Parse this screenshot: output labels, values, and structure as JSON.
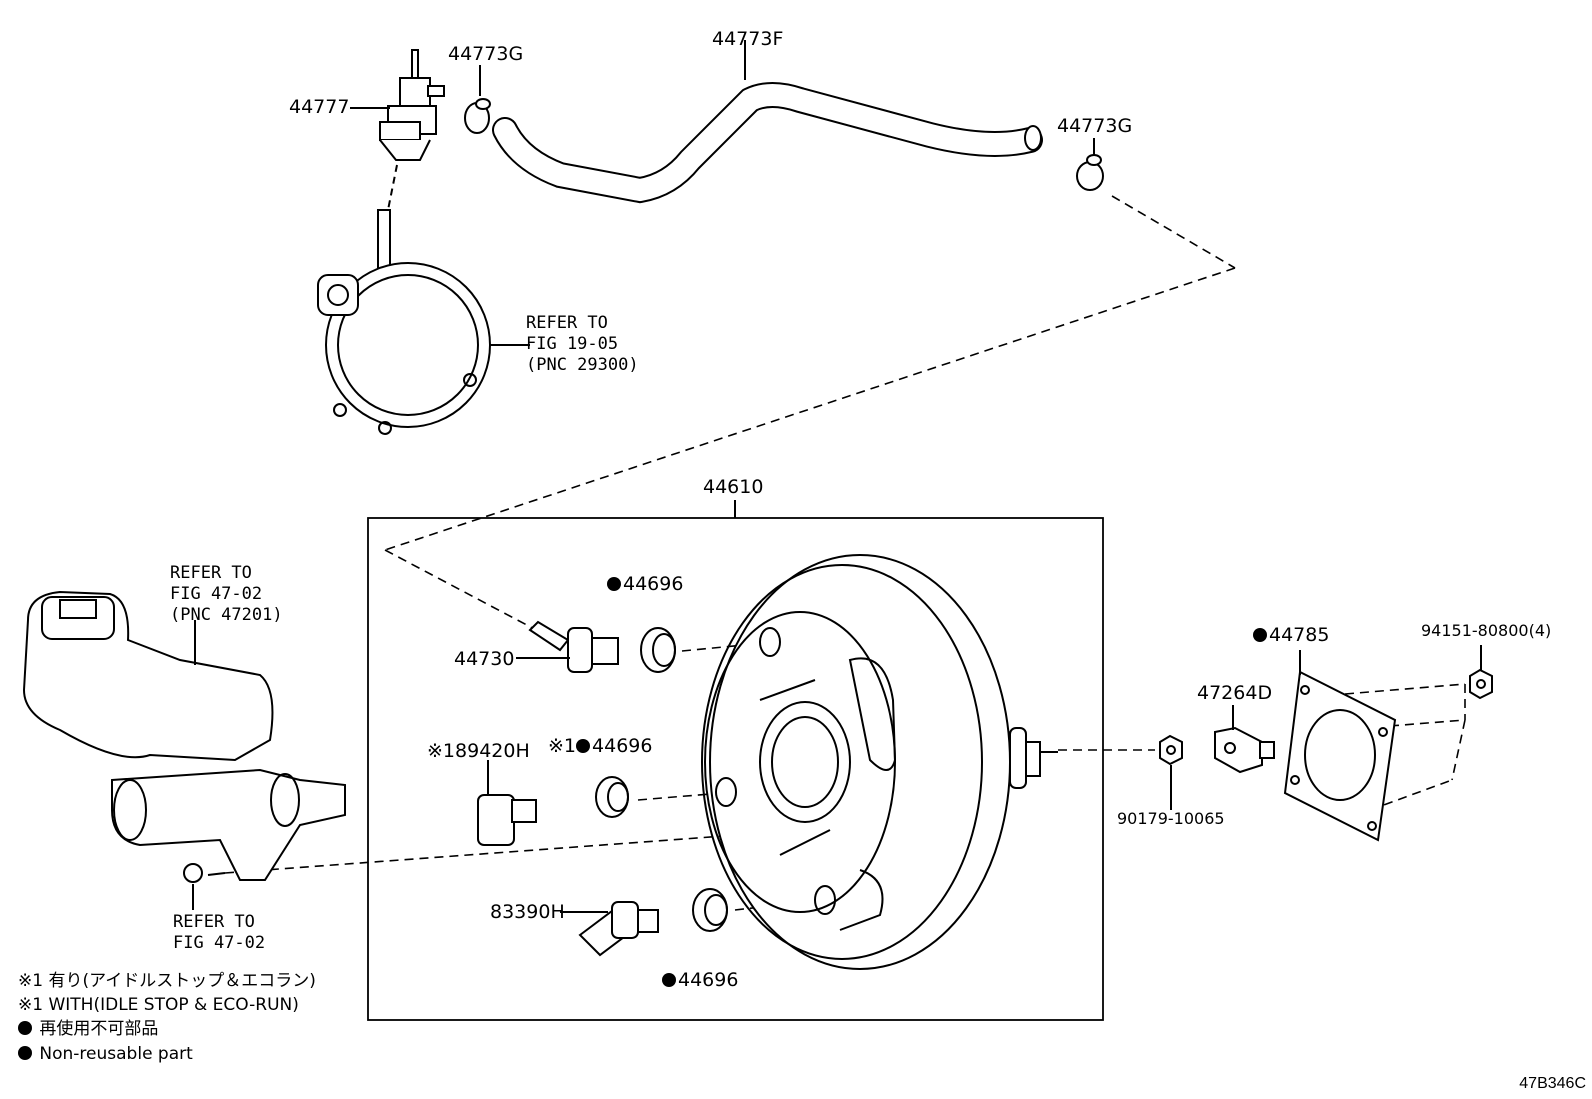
{
  "parts": {
    "p44773F": "44773F",
    "p44773G_left": "44773G",
    "p44773G_right": "44773G",
    "p44777": "44777",
    "p44610": "44610",
    "p44696_top": "44696",
    "p44696_mid": "44696",
    "p44696_bot": "44696",
    "p44730": "44730",
    "p89420H": "89420H",
    "p83390H": "83390H",
    "p44785": "44785",
    "p47264D": "47264D",
    "p94151": "94151-80800(4)",
    "p90179": "90179-10065",
    "mark_with": "※1"
  },
  "refs": {
    "vacuum_pump": [
      "REFER TO",
      "FIG 19-05",
      "(PNC 29300)"
    ],
    "reservoir": [
      "REFER TO",
      "FIG 47-02",
      "(PNC 47201)"
    ],
    "master_cyl": [
      "REFER TO",
      "FIG 47-02"
    ]
  },
  "legend": {
    "line1": "※1 有り(アイドルストップ＆エコラン)",
    "line2": "※1 WITH(IDLE STOP & ECO-RUN)",
    "line3": "再使用不可部品",
    "line4": "Non-reusable part"
  },
  "figure_code": "47B346C"
}
